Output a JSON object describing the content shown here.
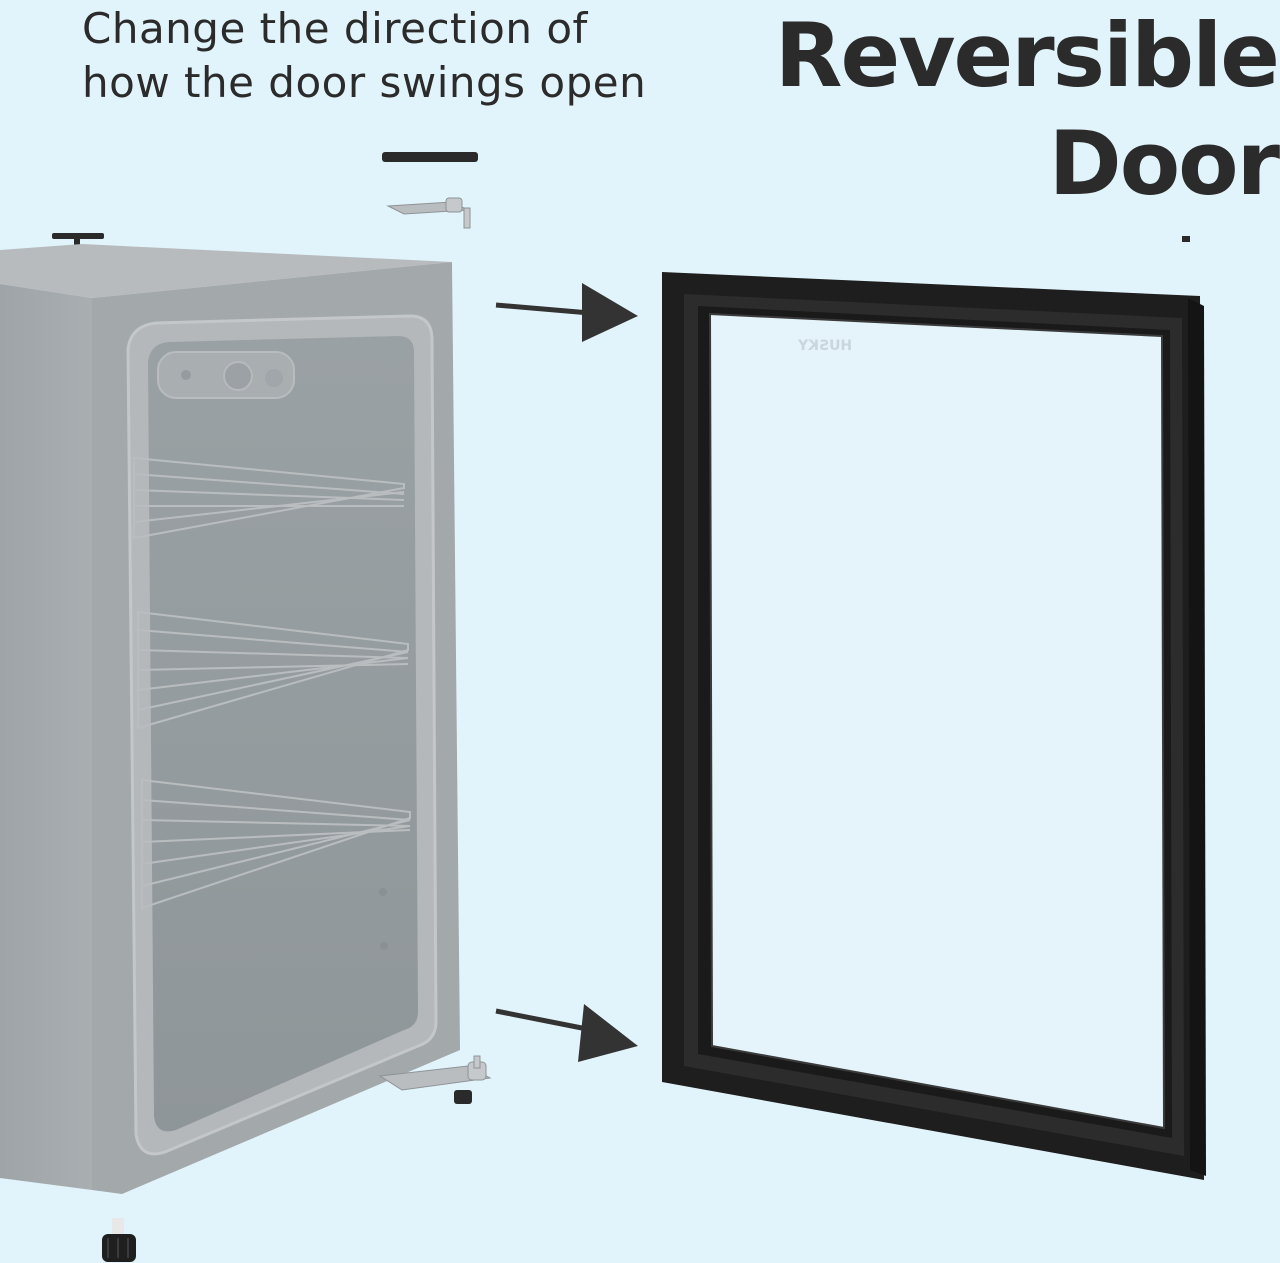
{
  "subtitle": {
    "line1": "Change the direction of",
    "line2": "how the door swings open"
  },
  "headline": {
    "line1": "Reversible",
    "line2": "Door"
  },
  "colors": {
    "background": "#e2f4fb",
    "text": "#2b2b2b",
    "fridge_body": "#a7acaf",
    "door_frame": "#1e1e1e",
    "arrow": "#333333"
  },
  "icons": [
    "top-hinge-cover",
    "top-hinge-bracket",
    "bottom-hinge-bracket",
    "leveling-foot",
    "arrow-right-icon"
  ]
}
